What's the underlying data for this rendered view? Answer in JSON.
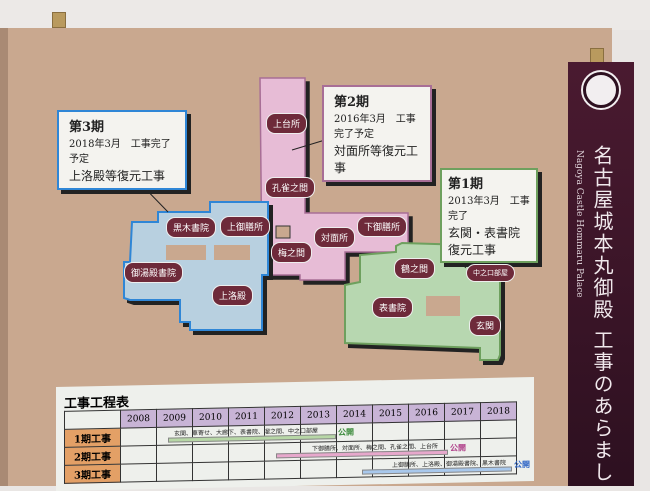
{
  "banner": {
    "title": "名古屋城本丸御殿 工事のあらまし",
    "subtitle": "Nagoya Castle Hommaru Palace",
    "crest": "aoi-crest-icon"
  },
  "phases": [
    {
      "label": "第1期",
      "date": "2013年3月　工事完了",
      "work": "玄関・表書院復元工事",
      "color": "#b7d7b0"
    },
    {
      "label": "第2期",
      "date": "2016年3月　工事完了予定",
      "work": "対面所等復元工事",
      "color": "#e7bcd6"
    },
    {
      "label": "第3期",
      "date": "2018年3月　工事完了予定",
      "work": "上洛殿等復元工事",
      "color": "#b8d0e0"
    }
  ],
  "rooms": {
    "daidokoro": "上台所",
    "kujaku": "孔雀之間",
    "taimenjo": "対面所",
    "shimo_gozen": "下御膳所",
    "ume": "梅之間",
    "kami_gozen": "上御膳所",
    "kuroki": "黒木書院",
    "yudono": "御湯殿書院",
    "jorakuden": "上洛殿",
    "tsuru": "鶴之間",
    "naka_kuchi": "中之口部屋",
    "omote": "表書院",
    "genkan": "玄関"
  },
  "schedule": {
    "title": "工事工程表",
    "years": [
      "2008",
      "2009",
      "2010",
      "2011",
      "2012",
      "2013",
      "2014",
      "2015",
      "2016",
      "2017",
      "2018"
    ],
    "rows": [
      "1期工事",
      "2期工事",
      "3期工事"
    ],
    "bars": [
      {
        "rooms": "玄関、車寄せ、大廊下、表書院、溜之間、中之口部屋",
        "end": "公開"
      },
      {
        "rooms": "下御膳所、対面所、梅之間、孔雀之間、上台所",
        "end": "公開"
      },
      {
        "rooms": "上御膳所、上洛殿、御湯殿書院、黒木書院",
        "end": "公開"
      }
    ]
  }
}
